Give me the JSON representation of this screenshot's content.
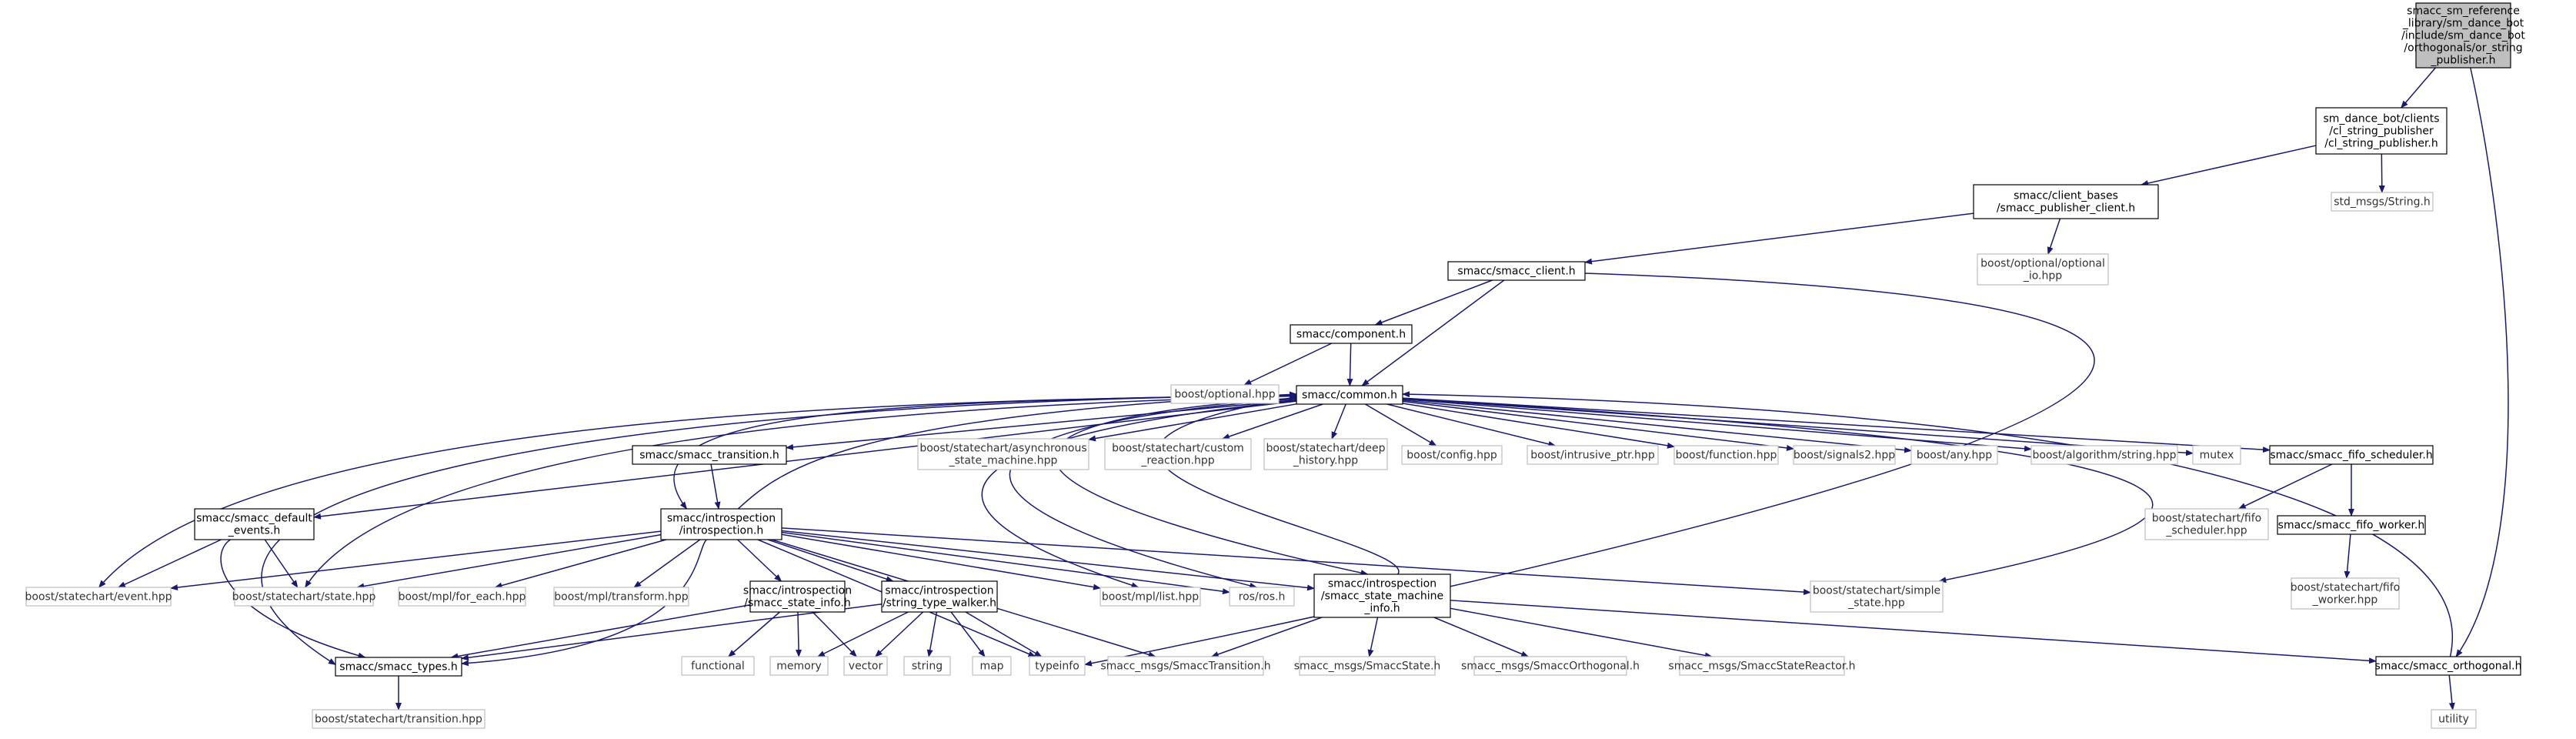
{
  "graph": {
    "edge_color": "#191970",
    "root_fill": "#bfbfbf",
    "external_border": "#bfbfbf",
    "nodes": [
      {
        "id": "root",
        "kind": "root",
        "lines": [
          "smacc_sm_reference",
          "_library/sm_dance_bot",
          "/include/sm_dance_bot",
          "/orthogonals/or_string",
          "_publisher.h"
        ]
      },
      {
        "id": "cl_string",
        "lines": [
          "sm_dance_bot/clients",
          "/cl_string_publisher",
          "/cl_string_publisher.h"
        ]
      },
      {
        "id": "pub_client",
        "lines": [
          "smacc/client_bases",
          "/smacc_publisher_client.h"
        ]
      },
      {
        "id": "std_string",
        "kind": "ext",
        "lines": [
          "std_msgs/String.h"
        ]
      },
      {
        "id": "smacc_client",
        "lines": [
          "smacc/smacc_client.h"
        ]
      },
      {
        "id": "opt_io",
        "kind": "ext",
        "lines": [
          "boost/optional/optional",
          "_io.hpp"
        ]
      },
      {
        "id": "component",
        "lines": [
          "smacc/component.h"
        ]
      },
      {
        "id": "common",
        "lines": [
          "smacc/common.h"
        ]
      },
      {
        "id": "b_optional",
        "kind": "ext",
        "lines": [
          "boost/optional.hpp"
        ]
      },
      {
        "id": "transition",
        "lines": [
          "smacc/smacc_transition.h"
        ]
      },
      {
        "id": "async_sm",
        "kind": "ext",
        "lines": [
          "boost/statechart/asynchronous",
          "_state_machine.hpp"
        ]
      },
      {
        "id": "custom_reaction",
        "kind": "ext",
        "lines": [
          "boost/statechart/custom",
          "_reaction.hpp"
        ]
      },
      {
        "id": "deep_history",
        "kind": "ext",
        "lines": [
          "boost/statechart/deep",
          "_history.hpp"
        ]
      },
      {
        "id": "config",
        "kind": "ext",
        "lines": [
          "boost/config.hpp"
        ]
      },
      {
        "id": "intrusive",
        "kind": "ext",
        "lines": [
          "boost/intrusive_ptr.hpp"
        ]
      },
      {
        "id": "function",
        "kind": "ext",
        "lines": [
          "boost/function.hpp"
        ]
      },
      {
        "id": "signals2",
        "kind": "ext",
        "lines": [
          "boost/signals2.hpp"
        ]
      },
      {
        "id": "any",
        "kind": "ext",
        "lines": [
          "boost/any.hpp"
        ]
      },
      {
        "id": "alg_string",
        "kind": "ext",
        "lines": [
          "boost/algorithm/string.hpp"
        ]
      },
      {
        "id": "mutex",
        "kind": "ext",
        "lines": [
          "mutex"
        ]
      },
      {
        "id": "fifo_sched",
        "lines": [
          "smacc/smacc_fifo_scheduler.h"
        ]
      },
      {
        "id": "default_events",
        "lines": [
          "smacc/smacc_default",
          "_events.h"
        ]
      },
      {
        "id": "introspection",
        "lines": [
          "smacc/introspection",
          "/introspection.h"
        ]
      },
      {
        "id": "sc_fifo_sched",
        "kind": "ext",
        "lines": [
          "boost/statechart/fifo",
          "_scheduler.hpp"
        ]
      },
      {
        "id": "fifo_worker",
        "lines": [
          "smacc/smacc_fifo_worker.h"
        ]
      },
      {
        "id": "event_hpp",
        "kind": "ext",
        "lines": [
          "boost/statechart/event.hpp"
        ]
      },
      {
        "id": "state_hpp",
        "kind": "ext",
        "lines": [
          "boost/statechart/state.hpp"
        ]
      },
      {
        "id": "for_each",
        "kind": "ext",
        "lines": [
          "boost/mpl/for_each.hpp"
        ]
      },
      {
        "id": "mpl_transform",
        "kind": "ext",
        "lines": [
          "boost/mpl/transform.hpp"
        ]
      },
      {
        "id": "state_info",
        "lines": [
          "smacc/introspection",
          "/smacc_state_info.h"
        ]
      },
      {
        "id": "type_walker",
        "lines": [
          "smacc/introspection",
          "/string_type_walker.h"
        ]
      },
      {
        "id": "mpl_list",
        "kind": "ext",
        "lines": [
          "boost/mpl/list.hpp"
        ]
      },
      {
        "id": "ros",
        "kind": "ext",
        "lines": [
          "ros/ros.h"
        ]
      },
      {
        "id": "sm_info",
        "lines": [
          "smacc/introspection",
          "/smacc_state_machine",
          "_info.h"
        ]
      },
      {
        "id": "simple_state",
        "kind": "ext",
        "lines": [
          "boost/statechart/simple",
          "_state.hpp"
        ]
      },
      {
        "id": "sc_fifo_worker",
        "kind": "ext",
        "lines": [
          "boost/statechart/fifo",
          "_worker.hpp"
        ]
      },
      {
        "id": "smacc_types",
        "lines": [
          "smacc/smacc_types.h"
        ]
      },
      {
        "id": "functional",
        "kind": "ext",
        "lines": [
          "functional"
        ]
      },
      {
        "id": "memory",
        "kind": "ext",
        "lines": [
          "memory"
        ]
      },
      {
        "id": "vector",
        "kind": "ext",
        "lines": [
          "vector"
        ]
      },
      {
        "id": "string",
        "kind": "ext",
        "lines": [
          "string"
        ]
      },
      {
        "id": "map",
        "kind": "ext",
        "lines": [
          "map"
        ]
      },
      {
        "id": "typeinfo",
        "kind": "ext",
        "lines": [
          "typeinfo"
        ]
      },
      {
        "id": "smacc_transition_msg",
        "kind": "ext",
        "lines": [
          "smacc_msgs/SmaccTransition.h"
        ]
      },
      {
        "id": "smacc_state_msg",
        "kind": "ext",
        "lines": [
          "smacc_msgs/SmaccState.h"
        ]
      },
      {
        "id": "smacc_orth_msg",
        "kind": "ext",
        "lines": [
          "smacc_msgs/SmaccOrthogonal.h"
        ]
      },
      {
        "id": "smacc_reactor_msg",
        "kind": "ext",
        "lines": [
          "smacc_msgs/SmaccStateReactor.h"
        ]
      },
      {
        "id": "smacc_orthogonal",
        "lines": [
          "smacc/smacc_orthogonal.h"
        ]
      },
      {
        "id": "transition_hpp",
        "kind": "ext",
        "lines": [
          "boost/statechart/transition.hpp"
        ]
      },
      {
        "id": "utility",
        "kind": "ext",
        "lines": [
          "utility"
        ]
      }
    ]
  }
}
